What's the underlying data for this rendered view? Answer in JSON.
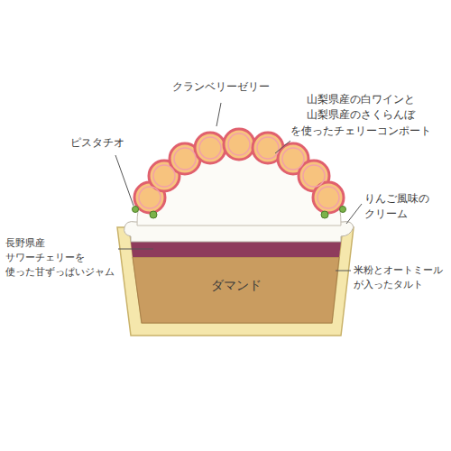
{
  "diagram": {
    "labels": [
      "クランベリーゼリー",
      "山梨県産の白ワインと 山梨県産のさくらんぼ を使ったチェリーコンポート",
      "ピスタチオ",
      "りんご風味の クリーム",
      "ダマンド",
      "長野県産 サワーチェリーを 使った甘ずっぱいジャム",
      "米粉とオートミール が入ったタルト"
    ]
  }
}
